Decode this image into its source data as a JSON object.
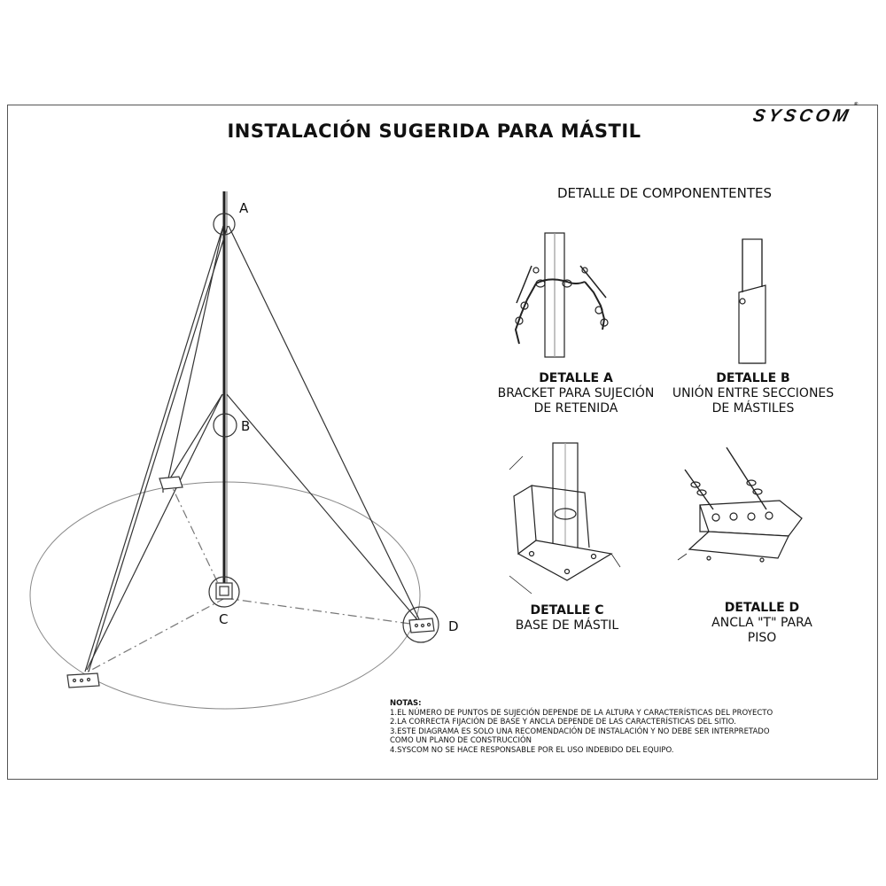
{
  "header": {
    "title": "INSTALACIÓN SUGERIDA PARA MÁSTIL",
    "brand": "SYSCOM",
    "brand_mark": "®"
  },
  "diagram": {
    "point_labels": [
      "A",
      "B",
      "C",
      "D"
    ]
  },
  "details": {
    "heading": "DETALLE DE COMPONENTENTES",
    "items": [
      {
        "title": "DETALLE A",
        "line1": "BRACKET PARA SUJECIÓN",
        "line2": "DE RETENIDA"
      },
      {
        "title": "DETALLE B",
        "line1": "UNIÓN ENTRE SECCIONES",
        "line2": "DE MÁSTILES"
      },
      {
        "title": "DETALLE C",
        "line1": "BASE DE MÁSTIL",
        "line2": ""
      },
      {
        "title": "DETALLE D",
        "line1": "ANCLA \"T\" PARA",
        "line2": "PISO"
      }
    ]
  },
  "notes": {
    "heading": "NOTAS:",
    "lines": [
      "1.EL NÚMERO DE PUNTOS DE SUJECIÓN DEPENDE DE LA ALTURA Y CARACTERÍSTICAS DEL PROYECTO",
      "2.LA CORRECTA FIJACIÓN DE BASE Y ANCLA DEPENDE DE LAS CARACTERÍSTICAS DEL SITIO.",
      "3.ESTE DIAGRAMA ES SOLO UNA RECOMENDACIÓN DE INSTALACIÓN Y NO DEBE SER INTERPRETADO",
      "COMO UN PLANO DE CONSTRUCCIÓN",
      "4.SYSCOM NO SE HACE RESPONSABLE POR EL USO INDEBIDO DEL EQUIPO."
    ]
  }
}
